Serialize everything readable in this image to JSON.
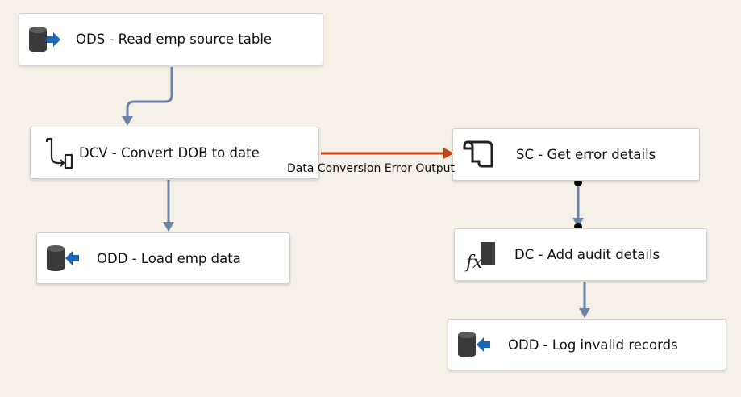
{
  "nodes": {
    "ods_read_emp": {
      "label": "ODS - Read emp source table",
      "icon": "ole-db-source-icon"
    },
    "dcv_convert_dob": {
      "label": "DCV - Convert DOB to date",
      "icon": "data-conversion-icon"
    },
    "odd_load_emp": {
      "label": "ODD - Load emp data",
      "icon": "ole-db-destination-icon"
    },
    "sc_get_error": {
      "label": "SC - Get error details",
      "icon": "script-component-icon"
    },
    "dc_add_audit": {
      "label": "DC - Add audit details",
      "icon": "derived-column-icon"
    },
    "odd_log_invalid": {
      "label": "ODD - Log invalid records",
      "icon": "ole-db-destination-icon"
    }
  },
  "paths": {
    "error_output_label": "Data Conversion Error Output"
  },
  "colors": {
    "background": "#f5f1e8",
    "normal_path": "#6b84a6",
    "error_path": "#c0451a"
  }
}
